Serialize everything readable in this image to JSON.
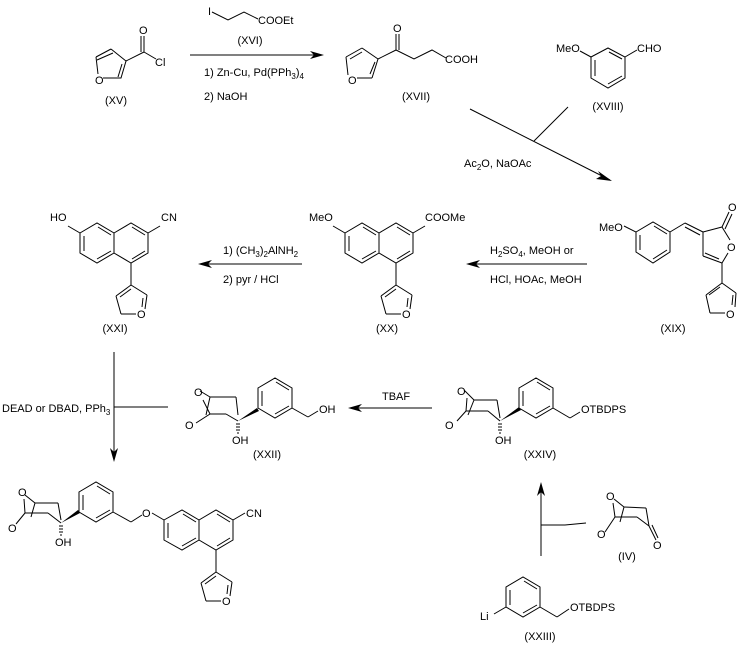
{
  "scheme": {
    "compounds": {
      "XV": {
        "label": "(XV)",
        "atoms": {
          "o_ring": "O",
          "o_carbonyl": "O",
          "cl": "Cl"
        }
      },
      "XVI": {
        "label": "(XVI)",
        "atoms": {
          "i": "I",
          "ester": "COOEt"
        }
      },
      "XVII": {
        "label": "(XVII)",
        "atoms": {
          "o_ring": "O",
          "o_keto": "O",
          "acid": "COOH"
        }
      },
      "XVIII": {
        "label": "(XVIII)",
        "atoms": {
          "meo": "MeO",
          "cho": "CHO"
        }
      },
      "XIX": {
        "label": "(XIX)",
        "atoms": {
          "meo": "MeO",
          "o_carbonyl": "O",
          "o_lactone": "O",
          "o_furan": "O"
        }
      },
      "XX": {
        "label": "(XX)",
        "atoms": {
          "meo": "MeO",
          "ester": "COOMe",
          "o_furan": "O"
        }
      },
      "XXI": {
        "label": "(XXI)",
        "atoms": {
          "ho": "HO",
          "cn": "CN",
          "o_furan": "O"
        }
      },
      "XXII": {
        "label": "(XXII)",
        "atoms": {
          "o1": "O",
          "o2": "O",
          "oh": "OH",
          "ch2oh": "OH"
        }
      },
      "XXIV": {
        "label": "(XXIV)",
        "atoms": {
          "o1": "O",
          "o2": "O",
          "oh": "OH",
          "otbdps": "OTBDPS"
        }
      },
      "IV": {
        "label": "(IV)",
        "atoms": {
          "o1": "O",
          "o2": "O",
          "o_keto": "O"
        }
      },
      "XXIII": {
        "label": "(XXIII)",
        "atoms": {
          "li": "Li",
          "otbdps": "OTBDPS"
        }
      },
      "product": {
        "atoms": {
          "o1": "O",
          "o2": "O",
          "oh": "OH",
          "o_ether": "O",
          "cn": "CN",
          "o_furan": "O"
        }
      }
    },
    "reagents": {
      "step1_line1_prefix": "1) Zn-Cu, Pd(PPh",
      "step1_line1_sub": "3",
      "step1_line1_suffix": ")",
      "step1_line1_sub2": "4",
      "step1_line2": "2) NaOH",
      "step2_prefix": "Ac",
      "step2_sub": "2",
      "step2_suffix": "O, NaOAc",
      "step3_line1_a": "H",
      "step3_line1_sub1": "2",
      "step3_line1_b": "SO",
      "step3_line1_sub2": "4",
      "step3_line1_c": ", MeOH or",
      "step3_line2": "HCl, HOAc, MeOH",
      "step4_line1_a": "1) (CH",
      "step4_line1_sub1": "3",
      "step4_line1_b": ")",
      "step4_line1_sub2": "2",
      "step4_line1_c": "AlNH",
      "step4_line1_sub3": "2",
      "step4_line2": "2) pyr / HCl",
      "step5": "TBAF",
      "step6_prefix": "DEAD or DBAD, PPh",
      "step6_sub": "3"
    }
  }
}
